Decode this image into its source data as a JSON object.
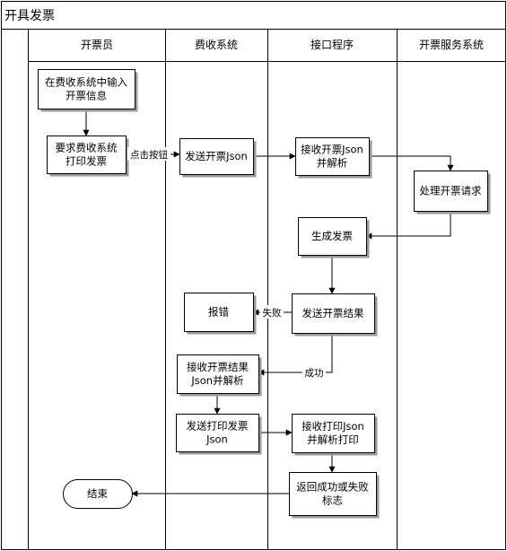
{
  "title": "开具发票",
  "lanes": [
    {
      "id": "issuer",
      "label": "开票员"
    },
    {
      "id": "billing",
      "label": "费收系统"
    },
    {
      "id": "interface",
      "label": "接口程序"
    },
    {
      "id": "invoice_service",
      "label": "开票服务系统"
    }
  ],
  "nodes": [
    {
      "id": "n1",
      "lane": "issuer",
      "lines": [
        "在费收系统中输入",
        "开票信息"
      ]
    },
    {
      "id": "n2",
      "lane": "issuer",
      "lines": [
        "要求费收系统",
        "打印发票"
      ]
    },
    {
      "id": "n3",
      "lane": "billing",
      "lines": [
        "发送开票Json"
      ]
    },
    {
      "id": "n4",
      "lane": "interface",
      "lines": [
        "接收开票Json",
        "并解析"
      ]
    },
    {
      "id": "n5",
      "lane": "invoice_service",
      "lines": [
        "处理开票请求"
      ]
    },
    {
      "id": "n6",
      "lane": "interface",
      "lines": [
        "生成发票"
      ]
    },
    {
      "id": "n7",
      "lane": "interface",
      "lines": [
        "发送开票结果"
      ]
    },
    {
      "id": "n8",
      "lane": "billing",
      "lines": [
        "报错"
      ]
    },
    {
      "id": "n9",
      "lane": "billing",
      "lines": [
        "接收开票结果",
        "Json并解析"
      ]
    },
    {
      "id": "n10",
      "lane": "billing",
      "lines": [
        "发送打印发票",
        "Json"
      ]
    },
    {
      "id": "n11",
      "lane": "interface",
      "lines": [
        "接收打印Json",
        "并解析打印"
      ]
    },
    {
      "id": "n12",
      "lane": "interface",
      "lines": [
        "返回成功或失败",
        "标志"
      ]
    },
    {
      "id": "n13",
      "lane": "issuer",
      "lines": [
        "结束"
      ],
      "shape": "terminal"
    }
  ],
  "edges": [
    {
      "from": "n1",
      "to": "n2",
      "label": ""
    },
    {
      "from": "n2",
      "to": "n3",
      "label": "点击按钮"
    },
    {
      "from": "n3",
      "to": "n4",
      "label": ""
    },
    {
      "from": "n4",
      "to": "n5",
      "label": ""
    },
    {
      "from": "n5",
      "to": "n6",
      "label": ""
    },
    {
      "from": "n6",
      "to": "n7",
      "label": ""
    },
    {
      "from": "n7",
      "to": "n8",
      "label": "失败"
    },
    {
      "from": "n7",
      "to": "n9",
      "label": "成功"
    },
    {
      "from": "n9",
      "to": "n10",
      "label": ""
    },
    {
      "from": "n10",
      "to": "n11",
      "label": ""
    },
    {
      "from": "n11",
      "to": "n12",
      "label": ""
    },
    {
      "from": "n12",
      "to": "n13",
      "label": ""
    }
  ]
}
